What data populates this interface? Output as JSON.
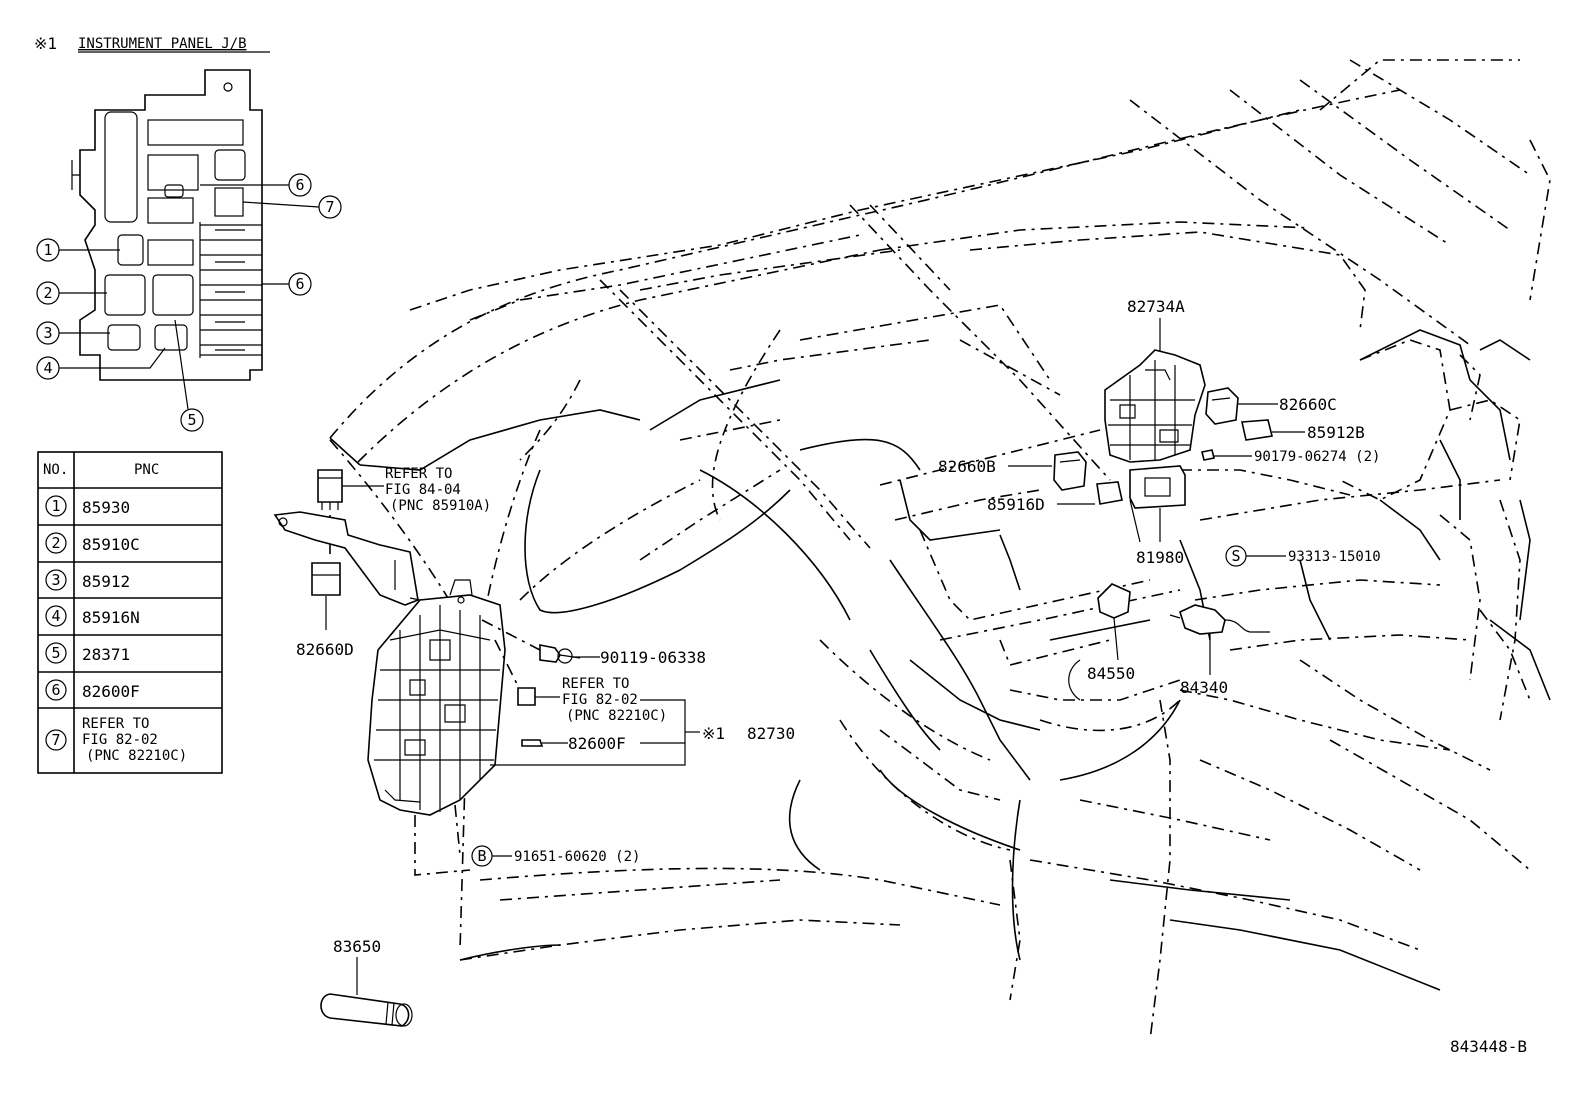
{
  "jb_inset": {
    "title_mark": "※1",
    "title": "INSTRUMENT PANEL J/B",
    "callouts": [
      "1",
      "2",
      "3",
      "4",
      "5",
      "6",
      "6",
      "7"
    ]
  },
  "pnc_table": {
    "header_no": "NO.",
    "header_pnc": "PNC",
    "rows": [
      {
        "no": "1",
        "pnc": "85930"
      },
      {
        "no": "2",
        "pnc": "85910C"
      },
      {
        "no": "3",
        "pnc": "85912"
      },
      {
        "no": "4",
        "pnc": "85916N"
      },
      {
        "no": "5",
        "pnc": "28371"
      },
      {
        "no": "6",
        "pnc": "82600F"
      },
      {
        "no": "7",
        "pnc_lines": [
          "REFER TO",
          "FIG 82-02",
          "(PNC 82210C)"
        ]
      }
    ]
  },
  "labels": {
    "refer_84_04": [
      "REFER TO",
      "FIG 84-04",
      "(PNC 85910A)"
    ],
    "p82660D": "82660D",
    "p90119": "90119-06338",
    "refer_82_02": [
      "REFER TO",
      "FIG 82-02",
      "(PNC 82210C)"
    ],
    "p82600F": "82600F",
    "p82730_mark": "※1",
    "p82730": "82730",
    "bolt_mark": "B",
    "p91651": "91651-60620 (2)",
    "p83650": "83650",
    "p82734A": "82734A",
    "p82660C": "82660C",
    "p85912B": "85912B",
    "p90179": "90179-06274 (2)",
    "p82660B": "82660B",
    "p85916D": "85916D",
    "p81980": "81980",
    "screw_mark": "S",
    "p93313": "93313-15010",
    "p84550": "84550",
    "p84340": "84340",
    "drawing_no": "843448-B"
  }
}
